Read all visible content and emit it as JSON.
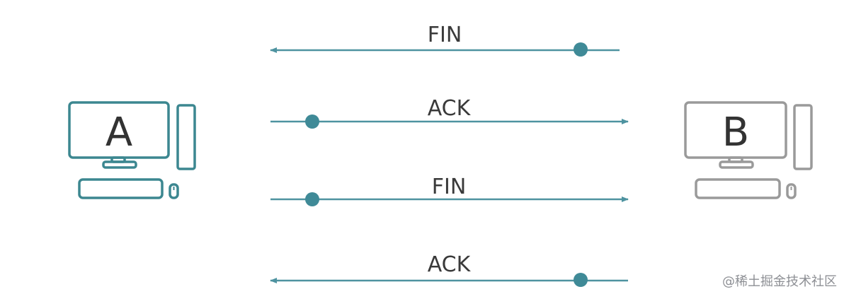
{
  "colors": {
    "line": "#4e93a0",
    "dot": "#3f8a97",
    "host_a": "#3c8790",
    "host_b": "#9a9a9a",
    "text": "#3a3a3a"
  },
  "hosts": {
    "a": {
      "label": "A",
      "icon": "desktop-computer-icon"
    },
    "b": {
      "label": "B",
      "icon": "desktop-computer-icon"
    }
  },
  "messages": [
    {
      "label": "FIN",
      "from": "B",
      "to": "A"
    },
    {
      "label": "ACK",
      "from": "A",
      "to": "B"
    },
    {
      "label": "FIN",
      "from": "A",
      "to": "B"
    },
    {
      "label": "ACK",
      "from": "B",
      "to": "A"
    }
  ],
  "watermark": "@稀土掘金技术社区"
}
